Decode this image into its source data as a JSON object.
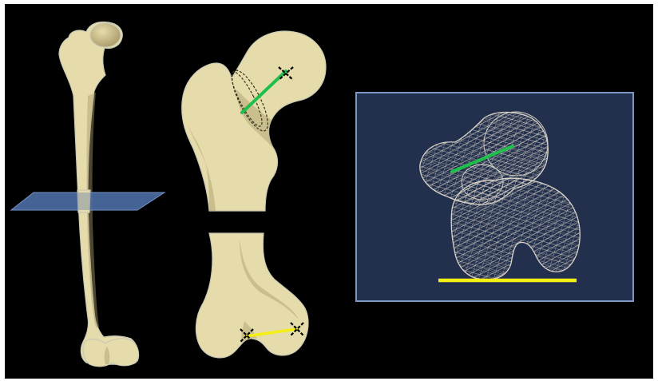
{
  "figure": {
    "background_color": "#000000",
    "frame_color": "#ffffff",
    "bone_color": "#e6dcab",
    "bone_shadow_color": "#a89a68",
    "bone_outline_color": "#c9c9b4",
    "plane_color": "#4e6ea5",
    "inset_panel_color": "#23304d",
    "inset_border_color": "#7d97c6",
    "mesh_color": "#d9d4c8",
    "neck_axis_color": "#1fbf4b",
    "condylar_axis_color": "#f4ef13",
    "marker_color": "#000000"
  },
  "icons": {
    "whole_femur": "femur-3d-model",
    "cut_plane": "transverse-cutting-plane",
    "proximal_femur": "proximal-femur-closeup",
    "distal_femur": "distal-femur-closeup",
    "mesh_view": "wireframe-mesh-axial-view",
    "landmark": "crosshair-landmark-marker",
    "neck_section": "dashed-ellipse-neck-section"
  }
}
